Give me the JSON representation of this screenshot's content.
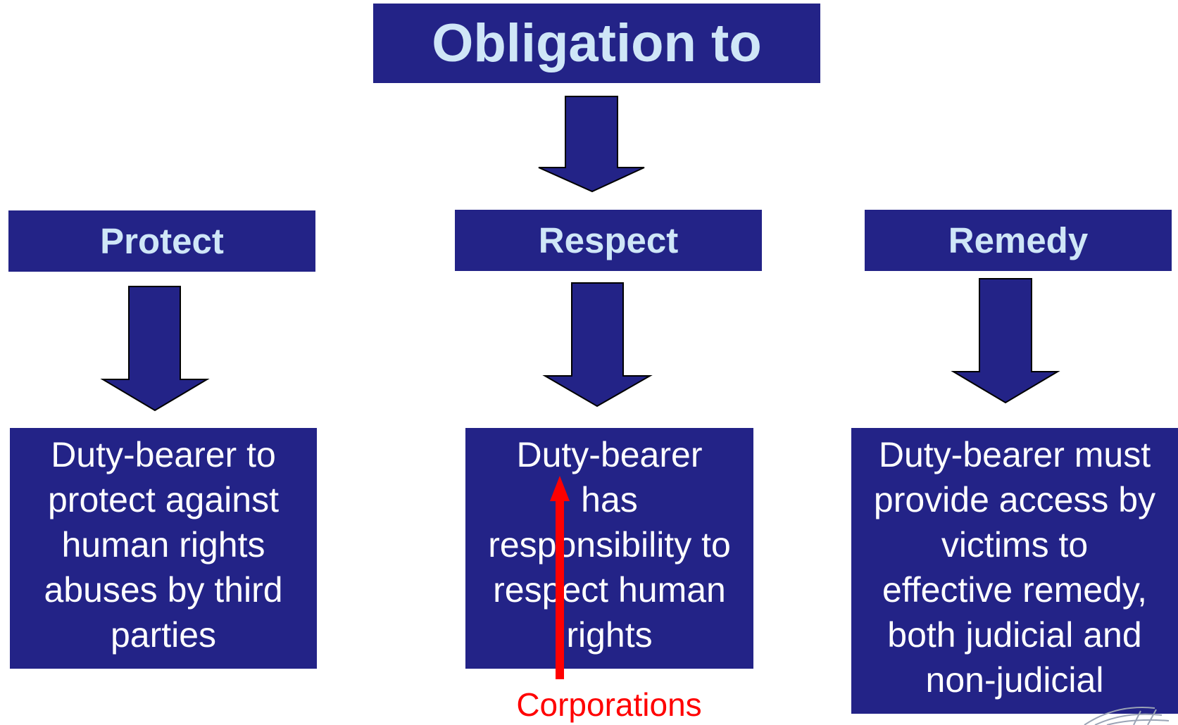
{
  "title": "Obligation to",
  "columns": [
    {
      "heading": "Protect",
      "body_lines": [
        "Duty-bearer to",
        "protect against",
        "human rights",
        "abuses by third",
        "parties"
      ]
    },
    {
      "heading": "Respect",
      "body_lines": [
        "Duty-bearer",
        "has",
        "responsibility to",
        "respect human",
        "rights"
      ]
    },
    {
      "heading": "Remedy",
      "body_lines": [
        "Duty-bearer must",
        "provide access by",
        "victims to",
        "effective remedy,",
        "both judicial and",
        "non-judicial"
      ]
    }
  ],
  "annotation": {
    "label": "Corporations",
    "color": "#ff0000"
  },
  "colors": {
    "box_fill": "#232387",
    "heading_text": "#cfe6f7",
    "body_text": "#ffffff"
  }
}
